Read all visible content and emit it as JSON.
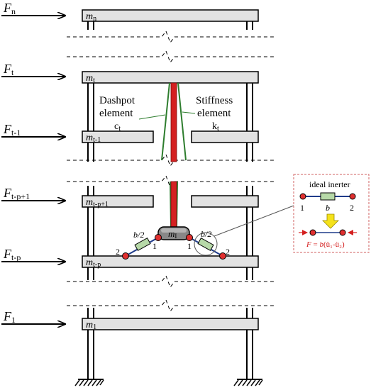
{
  "floors": {
    "n": {
      "force": "F",
      "force_sub": "n",
      "mass": "m",
      "mass_sub": "n"
    },
    "t": {
      "force": "F",
      "force_sub": "t",
      "mass": "m",
      "mass_sub": "t"
    },
    "t1": {
      "force": "F",
      "force_sub": "t-1",
      "mass": "m",
      "mass_sub": "t-1"
    },
    "tp1": {
      "force": "F",
      "force_sub": "t-p+1",
      "mass": "m",
      "mass_sub": "t-p+1"
    },
    "tp": {
      "force": "F",
      "force_sub": "t-p",
      "mass": "m",
      "mass_sub": "t-p"
    },
    "f1": {
      "force": "F",
      "force_sub": "1",
      "mass": "m",
      "mass_sub": "1"
    }
  },
  "elements": {
    "dashpot_line1": "Dashpot",
    "dashpot_line2": "element",
    "dashpot_sym": "c",
    "dashpot_sub": "t",
    "stiffness_line1": "Stiffness",
    "stiffness_line2": "element",
    "stiffness_sym": "k",
    "stiffness_sub": "t"
  },
  "mass_block": {
    "label": "m",
    "sub": "I"
  },
  "inerter_labels": {
    "left_b2": "b/2",
    "right_b2": "b/2",
    "node_2_left": "2",
    "node_1_left": "1",
    "node_1_right": "1",
    "node_2_right": "2"
  },
  "inset": {
    "title": "ideal inerter",
    "node1": "1",
    "node2": "2",
    "b": "b",
    "formula_F": "F",
    "formula_eq": " = ",
    "formula_b": "b",
    "formula_rest": "(ü₁-ü₂)"
  },
  "colors": {
    "beam": "#e2e2e2",
    "red": "#d42020",
    "green": "#2e7d2e",
    "blue": "#1f3b8a",
    "node": "#e03030",
    "inerter_fill": "#b7d9a8",
    "yellow": "#f5e21a"
  }
}
